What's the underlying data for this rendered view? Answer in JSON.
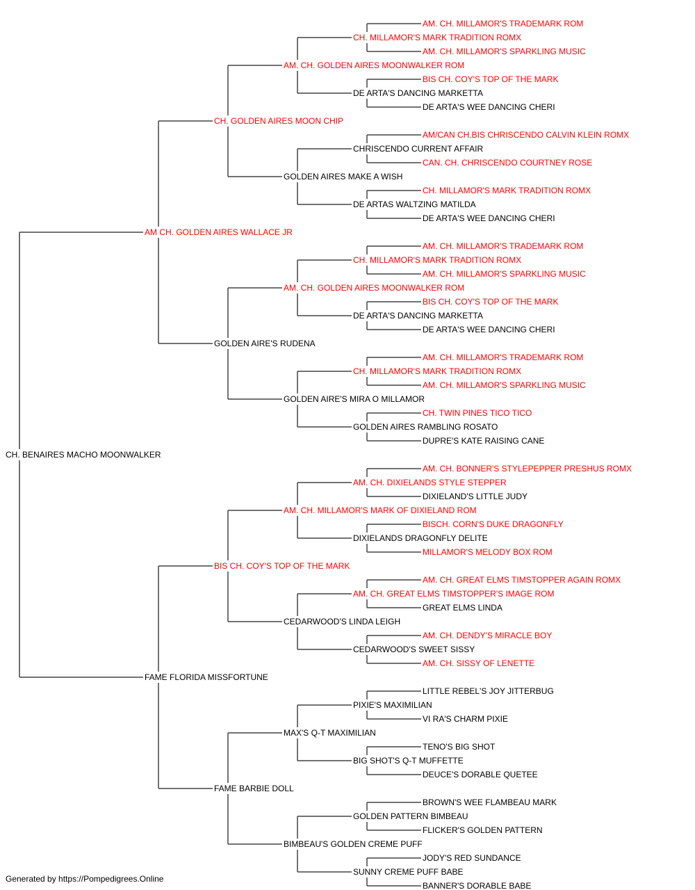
{
  "colors": {
    "champion": "#ff0000",
    "plain": "#000000",
    "line": "#444444"
  },
  "footer": {
    "text": "Generated by https://Pompedigrees.Online"
  },
  "subject": {
    "name": "CH. BENAIRES MACHO MOONWALKER",
    "champion": false
  },
  "sire": {
    "name": "AM CH. GOLDEN AIRES WALLACE JR",
    "champion": true
  },
  "dam": {
    "name": "FAME FLORIDA MISSFORTUNE",
    "champion": false
  },
  "grandparents": [
    {
      "name": "CH. GOLDEN AIRES MOON CHIP",
      "champion": true
    },
    {
      "name": "GOLDEN AIRE'S RUDENA",
      "champion": false
    },
    {
      "name": "BIS CH. COY'S TOP OF THE MARK",
      "champion": true
    },
    {
      "name": "FAME BARBIE DOLL",
      "champion": false
    }
  ],
  "great_grandparents": [
    {
      "name": "AM. CH. GOLDEN AIRES MOONWALKER ROM",
      "champion": true
    },
    {
      "name": "GOLDEN AIRES MAKE A WISH",
      "champion": false
    },
    {
      "name": "AM. CH. GOLDEN AIRES MOONWALKER ROM",
      "champion": true
    },
    {
      "name": "GOLDEN AIRE'S MIRA O MILLAMOR",
      "champion": false
    },
    {
      "name": "AM. CH. MILLAMOR'S MARK OF DIXIELAND ROM",
      "champion": true
    },
    {
      "name": "CEDARWOOD'S LINDA LEIGH",
      "champion": false
    },
    {
      "name": "MAX'S Q-T MAXIMILIAN",
      "champion": false
    },
    {
      "name": "BIMBEAU'S GOLDEN CREME PUFF",
      "champion": false
    }
  ],
  "gen4": [
    {
      "name": "CH. MILLAMOR'S MARK TRADITION ROMX",
      "champion": true
    },
    {
      "name": "DE ARTA'S DANCING MARKETTA",
      "champion": false
    },
    {
      "name": "CHRISCENDO CURRENT AFFAIR",
      "champion": false
    },
    {
      "name": "DE ARTAS WALTZING MATILDA",
      "champion": false
    },
    {
      "name": "CH. MILLAMOR'S MARK TRADITION ROMX",
      "champion": true
    },
    {
      "name": "DE ARTA'S DANCING MARKETTA",
      "champion": false
    },
    {
      "name": "CH. MILLAMOR'S MARK TRADITION ROMX",
      "champion": true
    },
    {
      "name": "GOLDEN AIRES RAMBLING ROSATO",
      "champion": false
    },
    {
      "name": "AM. CH. DIXIELANDS STYLE STEPPER",
      "champion": true
    },
    {
      "name": "DIXIELANDS DRAGONFLY DELITE",
      "champion": false
    },
    {
      "name": "AM. CH. GREAT ELMS TIMSTOPPER'S IMAGE ROM",
      "champion": true
    },
    {
      "name": "CEDARWOOD'S SWEET SISSY",
      "champion": false
    },
    {
      "name": "PIXIE'S MAXIMILIAN",
      "champion": false
    },
    {
      "name": "BIG SHOT'S Q-T MUFFETTE",
      "champion": false
    },
    {
      "name": "GOLDEN PATTERN BIMBEAU",
      "champion": false
    },
    {
      "name": "SUNNY CREME PUFF BABE",
      "champion": false
    }
  ],
  "gen5": [
    {
      "name": "AM. CH. MILLAMOR'S TRADEMARK ROM",
      "champion": true
    },
    {
      "name": "AM. CH. MILLAMOR'S SPARKLING MUSIC",
      "champion": true
    },
    {
      "name": "BIS CH. COY'S TOP OF THE MARK",
      "champion": true
    },
    {
      "name": "DE ARTA'S WEE DANCING CHERI",
      "champion": false
    },
    {
      "name": "AM/CAN CH.BIS CHRISCENDO CALVIN KLEIN ROMX",
      "champion": true
    },
    {
      "name": "CAN. CH. CHRISCENDO COURTNEY ROSE",
      "champion": true
    },
    {
      "name": "CH. MILLAMOR'S MARK TRADITION ROMX",
      "champion": true
    },
    {
      "name": "DE ARTA'S WEE DANCING CHERI",
      "champion": false
    },
    {
      "name": "AM. CH. MILLAMOR'S TRADEMARK ROM",
      "champion": true
    },
    {
      "name": "AM. CH. MILLAMOR'S SPARKLING MUSIC",
      "champion": true
    },
    {
      "name": "BIS CH. COY'S TOP OF THE MARK",
      "champion": true
    },
    {
      "name": "DE ARTA'S WEE DANCING CHERI",
      "champion": false
    },
    {
      "name": "AM. CH. MILLAMOR'S TRADEMARK ROM",
      "champion": true
    },
    {
      "name": "AM. CH. MILLAMOR'S SPARKLING MUSIC",
      "champion": true
    },
    {
      "name": "CH. TWIN PINES TICO TICO",
      "champion": true
    },
    {
      "name": "DUPRE'S KATE RAISING CANE",
      "champion": false
    },
    {
      "name": "AM. CH. BONNER'S STYLEPEPPER PRESHUS ROMX",
      "champion": true
    },
    {
      "name": "DIXIELAND'S LITTLE JUDY",
      "champion": false
    },
    {
      "name": "BISCH. CORN'S DUKE DRAGONFLY",
      "champion": true
    },
    {
      "name": "MILLAMOR'S MELODY BOX ROM",
      "champion": true
    },
    {
      "name": "AM. CH. GREAT ELMS TIMSTOPPER AGAIN ROMX",
      "champion": true
    },
    {
      "name": "GREAT ELMS LINDA",
      "champion": false
    },
    {
      "name": "AM. CH. DENDY'S MIRACLE BOY",
      "champion": true
    },
    {
      "name": "AM. CH. SISSY OF LENETTE",
      "champion": true
    },
    {
      "name": "LITTLE REBEL'S JOY JITTERBUG",
      "champion": false
    },
    {
      "name": "VI RA'S CHARM PIXIE",
      "champion": false
    },
    {
      "name": "TENO'S BIG SHOT",
      "champion": false
    },
    {
      "name": "DEUCE'S DORABLE QUETEE",
      "champion": false
    },
    {
      "name": "BROWN'S WEE FLAMBEAU MARK",
      "champion": false
    },
    {
      "name": "FLICKER'S GOLDEN PATTERN",
      "champion": false
    },
    {
      "name": "JODY'S RED SUNDANCE",
      "champion": false
    },
    {
      "name": "BANNER'S DORABLE BABE",
      "champion": false
    }
  ]
}
